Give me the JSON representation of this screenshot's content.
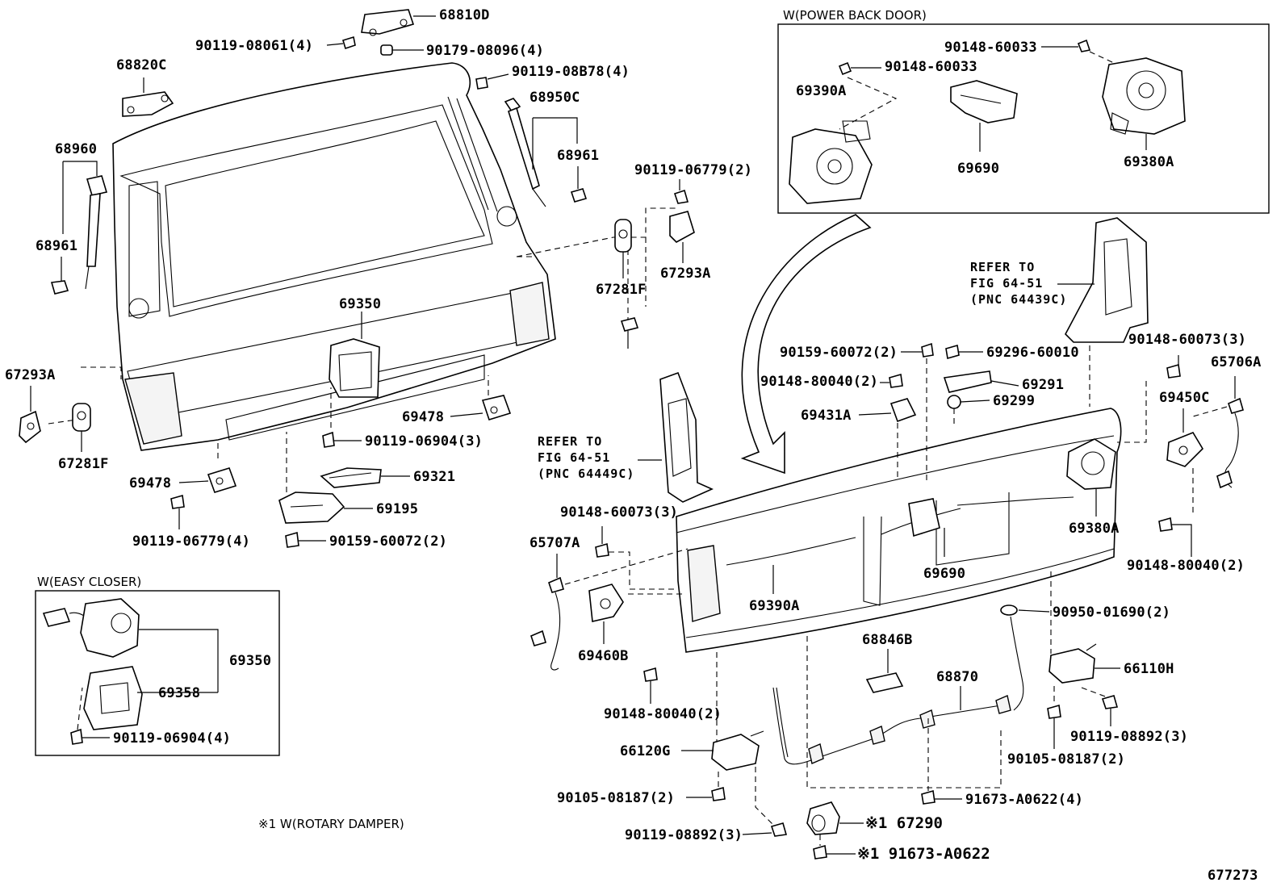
{
  "diagram": {
    "figure_number": "677273",
    "footnote": "※1 W(ROTARY DAMPER)",
    "boxes": {
      "power_back_door": {
        "title": "W(POWER BACK DOOR)",
        "parts": {
          "bolt_a": "90148-60033",
          "bolt_b": "90148-60033",
          "lock_a": "69390A",
          "lock_b": "69380A",
          "bracket": "69690"
        }
      },
      "easy_closer": {
        "title": "W(EASY CLOSER)",
        "parts": {
          "lock": "69350",
          "cover": "69358",
          "bolt": "90119-06904(4)"
        }
      }
    },
    "references": {
      "upper": [
        "REFER TO",
        "FIG 64-51",
        "(PNC 64439C)"
      ],
      "lower": [
        "REFER TO",
        "FIG 64-51",
        "(PNC 64449C)"
      ]
    },
    "labels": {
      "p68810D": "68810D",
      "p90119_08061": "90119-08061(4)",
      "p90179_08096": "90179-08096(4)",
      "p68820C": "68820C",
      "p90119_08B78": "90119-08B78(4)",
      "p68950C": "68950C",
      "p68960": "68960",
      "p68961_left": "68961",
      "p68961_right": "68961",
      "p90119_06779_top": "90119-06779(2)",
      "p67281F_top": "67281F",
      "p67293A_top": "67293A",
      "p69350": "69350",
      "p67293A_left": "67293A",
      "p67281F_left": "67281F",
      "p69478_right": "69478",
      "p90119_06904": "90119-06904(3)",
      "p69478_left": "69478",
      "p69321": "69321",
      "p69195": "69195",
      "p90119_06779_bottom": "90119-06779(4)",
      "p90159_60072_bottom": "90159-60072(2)",
      "p90159_60072_mid": "90159-60072(2)",
      "p69296_60010": "69296-60010",
      "p90148_80040_mid": "90148-80040(2)",
      "p69291": "69291",
      "p69431A": "69431A",
      "p69299": "69299",
      "p90148_60073_right": "90148-60073(3)",
      "p65706A": "65706A",
      "p69450C": "69450C",
      "p90148_60073_left": "90148-60073(3)",
      "p65707A": "65707A",
      "p69380A": "69380A",
      "p69690": "69690",
      "p69390A": "69390A",
      "p90148_80040_right": "90148-80040(2)",
      "p90950_01690": "90950-01690(2)",
      "p69460B": "69460B",
      "p68846B": "68846B",
      "p68870": "68870",
      "p66110H": "66110H",
      "p90148_80040_bottom": "90148-80040(2)",
      "p90119_08892_right": "90119-08892(3)",
      "p66120G": "66120G",
      "p90105_08187_right": "90105-08187(2)",
      "p90105_08187_left": "90105-08187(2)",
      "p91673_A0622_4": "91673-A0622(4)",
      "p67290": "※1 67290",
      "p90119_08892_left": "90119-08892(3)",
      "p91673_A0622": "※1 91673-A0622"
    }
  }
}
